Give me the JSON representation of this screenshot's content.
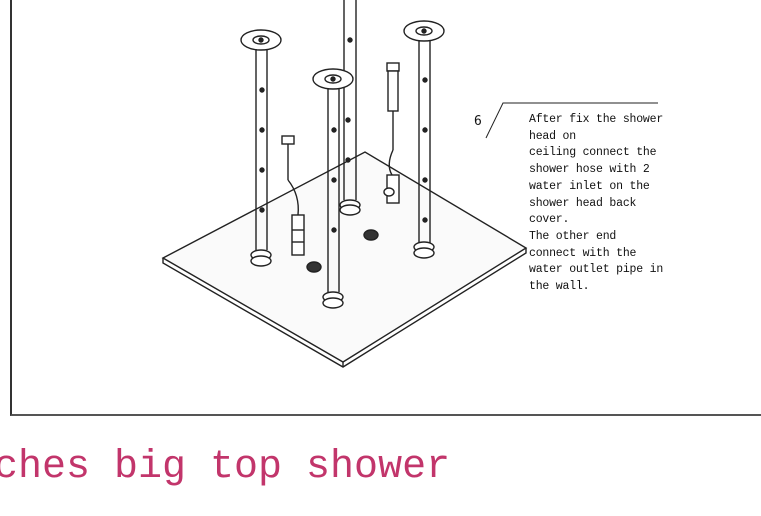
{
  "diagram": {
    "step_number": "6",
    "instructions": "After fix the shower\nhead on\nceiling connect the\nshower hose with 2\nwater inlet on the\nshower head back\ncover.\nThe other end\nconnect with the\nwater outlet pipe in\nthe wall."
  },
  "caption": {
    "text": "ches big top shower",
    "color": "#c2356b"
  }
}
